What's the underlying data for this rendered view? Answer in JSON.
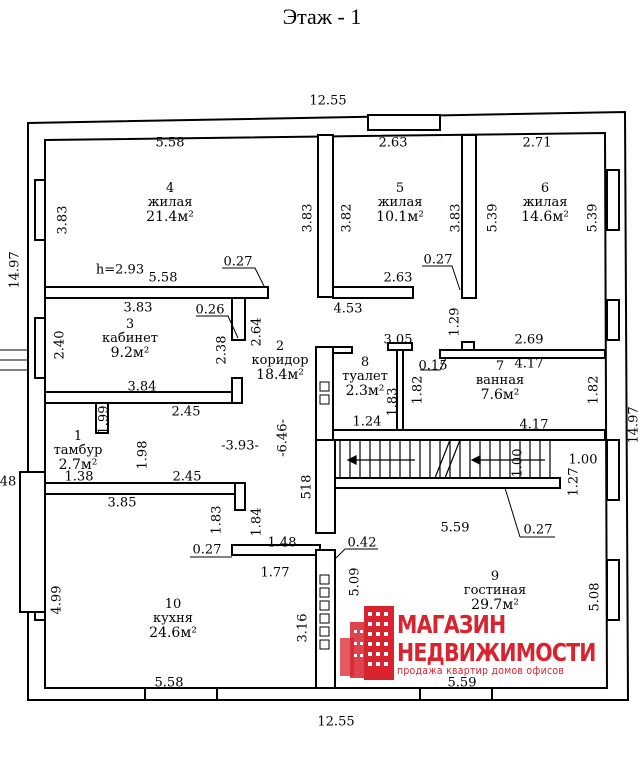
{
  "title": "Этаж  - 1",
  "rooms": [
    {
      "num": "4",
      "name": "жилая",
      "area": "21.4м²"
    },
    {
      "num": "5",
      "name": "жилая",
      "area": "10.1м²"
    },
    {
      "num": "6",
      "name": "жилая",
      "area": "14.6м²"
    },
    {
      "num": "3",
      "name": "кабинет",
      "area": "9.2м²"
    },
    {
      "num": "2",
      "name": "коридор",
      "area": "18.4м²"
    },
    {
      "num": "8",
      "name": "туалет",
      "area": "2.3м²"
    },
    {
      "num": "7",
      "name": "ванная",
      "area": "7.6м²"
    },
    {
      "num": "1",
      "name": "тамбур",
      "area": "2.7м²"
    },
    {
      "num": "10",
      "name": "кухня",
      "area": "24.6м²"
    },
    {
      "num": "9",
      "name": "гостиная",
      "area": "29.7м²"
    }
  ],
  "dims": [
    "12.55",
    "5.58",
    "2.63",
    "2.71",
    "3.83",
    "3.83",
    "3.82",
    "3.83",
    "5.39",
    "5.39",
    "14.97",
    "h=2.93",
    "5.58",
    "0.27",
    "0.27",
    "2.63",
    "3.83",
    "0.26",
    "2.64",
    "2.38",
    "2.40",
    "4.53",
    "1.29",
    "3.05",
    "2.69",
    "0.15",
    "4.17",
    "3.84",
    "2.45",
    "1.99",
    "1.98",
    "-3.93-",
    "-6.46-",
    "1.83",
    "1.82",
    "1.82",
    "1.24",
    "4.17",
    "1.00",
    "1.00",
    "1.27",
    "518",
    "48",
    "1.38",
    "2.45",
    "3.85",
    "5.59",
    "0.27",
    "1.83",
    "1.84",
    "0.27",
    "1.48",
    "0.42",
    "1.77",
    "5.09",
    "5.08",
    "4.99",
    "3.16",
    "5.58",
    "5.59",
    "12.55",
    "14.97"
  ],
  "logo": {
    "line1": "МАГАЗИН",
    "line2": "НЕДВИЖИМОСТИ",
    "tagline": "продажа квартир домов офисов",
    "color": "#d9232e"
  }
}
